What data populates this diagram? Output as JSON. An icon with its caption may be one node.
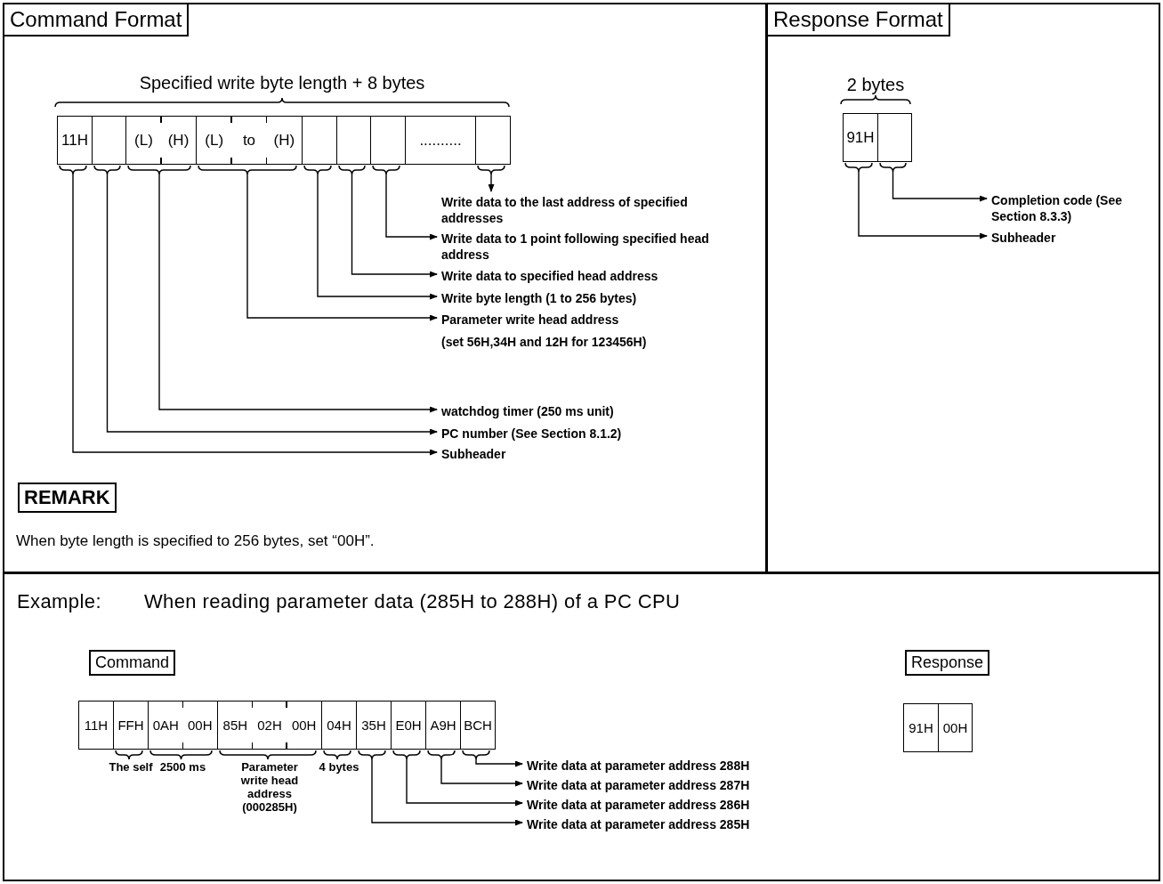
{
  "diagram": {
    "nodes": [
      {
        "text": [
          "Command Format"
        ]
      },
      {
        "text": [
          "11H"
        ],
        "in": 0
      },
      {
        "text": [],
        "shape": "box",
        "in": 0
      },
      {
        "text": [
          "(L)",
          "(H)"
        ],
        "in": 0
      },
      {
        "text": [
          "(L)",
          "to",
          "(H)"
        ],
        "in": 0
      },
      {
        "text": [],
        "shape": "box",
        "in": 0
      },
      {
        "text": [],
        "shape": "box",
        "in": 0
      },
      {
        "text": [],
        "shape": "box",
        "in": 0
      },
      {
        "text": [
          ".........."
        ],
        "in": 0
      },
      {
        "text": [],
        "shape": "box",
        "in": 0
      },
      {
        "text": [
          "Write data to the last address of specified addresses"
        ],
        "in": 0
      },
      {
        "text": [
          "Write data to 1 point following specified head address"
        ],
        "in": 0
      },
      {
        "text": [
          "Write data to specified head address"
        ],
        "in": 0
      },
      {
        "text": [
          "Write byte length (1 to 256 bytes)"
        ],
        "in": 0
      },
      {
        "text": [
          "Parameter write head address",
          "(set 56H,34H and 12H for 123456H)"
        ],
        "in": 0
      },
      {
        "text": [
          "watchdog timer (250 ms unit)"
        ],
        "in": 0
      },
      {
        "text": [
          "PC number (See Section 8.1.2)"
        ],
        "in": 0
      },
      {
        "text": [
          "Subheader"
        ],
        "in": 0
      },
      {
        "text": [
          "REMARK"
        ],
        "in": 0
      },
      {
        "text": [
          "Response Format"
        ]
      },
      {
        "text": [
          "91H"
        ],
        "in": 19
      },
      {
        "text": [],
        "shape": "box",
        "in": 19
      },
      {
        "text": [
          "Completion code (See Section 8.3.3)"
        ],
        "in": 19
      },
      {
        "text": [
          "Subheader"
        ],
        "in": 19
      },
      {
        "text": [
          "Example:",
          "When reading parameter data (285H to 288H) of a PC CPU"
        ]
      },
      {
        "text": [
          "Command"
        ],
        "in": 24
      },
      {
        "text": [
          "Response"
        ],
        "in": 24
      },
      {
        "text": [
          "11H"
        ],
        "in": 24
      },
      {
        "text": [
          "FFH"
        ],
        "in": 24,
        "beside": [
          "The self"
        ]
      },
      {
        "text": [
          "0AH",
          "00H"
        ],
        "in": 24,
        "beside": [
          "2500 ms"
        ]
      },
      {
        "text": [
          "85H",
          "02H",
          "00H"
        ],
        "in": 24,
        "beside": [
          "Parameter write head address (000285H)"
        ]
      },
      {
        "text": [
          "04H"
        ],
        "in": 24,
        "beside": [
          "4 bytes"
        ]
      },
      {
        "text": [
          "35H"
        ],
        "in": 24
      },
      {
        "text": [
          "E0H"
        ],
        "in": 24
      },
      {
        "text": [
          "A9H"
        ],
        "in": 24
      },
      {
        "text": [
          "BCH"
        ],
        "in": 24
      },
      {
        "text": [
          "Write data at parameter address 288H"
        ],
        "in": 24
      },
      {
        "text": [
          "Write data at parameter address 287H"
        ],
        "in": 24
      },
      {
        "text": [
          "Write data at parameter address 286H"
        ],
        "in": 24
      },
      {
        "text": [
          "Write data at parameter address 285H"
        ],
        "in": 24
      },
      {
        "text": [
          "91H"
        ],
        "in": 24
      },
      {
        "text": [
          "00H"
        ],
        "in": 24
      }
    ],
    "edges": [
      {
        "from": 9,
        "to": 10,
        "arrow": "to"
      },
      {
        "from": 7,
        "to": 11,
        "arrow": "to"
      },
      {
        "from": 6,
        "to": 12,
        "arrow": "to"
      },
      {
        "from": 5,
        "to": 13,
        "arrow": "to"
      },
      {
        "from": 4,
        "to": 14,
        "arrow": "to"
      },
      {
        "from": 3,
        "to": 15,
        "arrow": "to"
      },
      {
        "from": 2,
        "to": 16,
        "arrow": "to"
      },
      {
        "from": 1,
        "to": 17,
        "arrow": "to"
      },
      {
        "from": 21,
        "to": 22,
        "arrow": "to"
      },
      {
        "from": 20,
        "to": 23,
        "arrow": "to"
      },
      {
        "from": 35,
        "to": 36,
        "arrow": "to"
      },
      {
        "from": 34,
        "to": 37,
        "arrow": "to"
      },
      {
        "from": 33,
        "to": 38,
        "arrow": "to"
      },
      {
        "from": 32,
        "to": 39,
        "arrow": "to"
      }
    ],
    "labels": [
      "Specified write byte length + 8 bytes",
      "When byte length is specified to 256 bytes, set “00H”.",
      "2 bytes"
    ]
  }
}
